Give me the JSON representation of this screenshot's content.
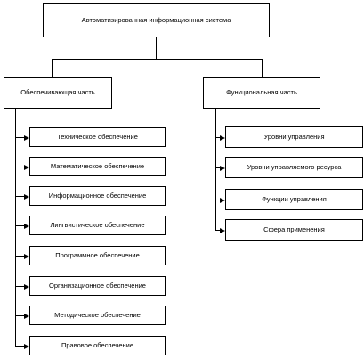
{
  "diagram": {
    "root": {
      "label": "Автоматизированная информационная система"
    },
    "support": {
      "label": "Обеспечивающая часть",
      "items": [
        "Техническое обеспечение",
        "Математическое обеспечение",
        "Информационное обеспечение",
        "Лингвистическое обеспечение",
        "Программное обеспечение",
        "Организационное обеспечение",
        "Методическое обеспечение",
        "Правовое обеспечение"
      ]
    },
    "functional": {
      "label": "Функциональная часть",
      "items": [
        "Уровни управления",
        "Уровни управляемого ресурса",
        "Функции управления",
        "Сфера применения"
      ]
    }
  }
}
